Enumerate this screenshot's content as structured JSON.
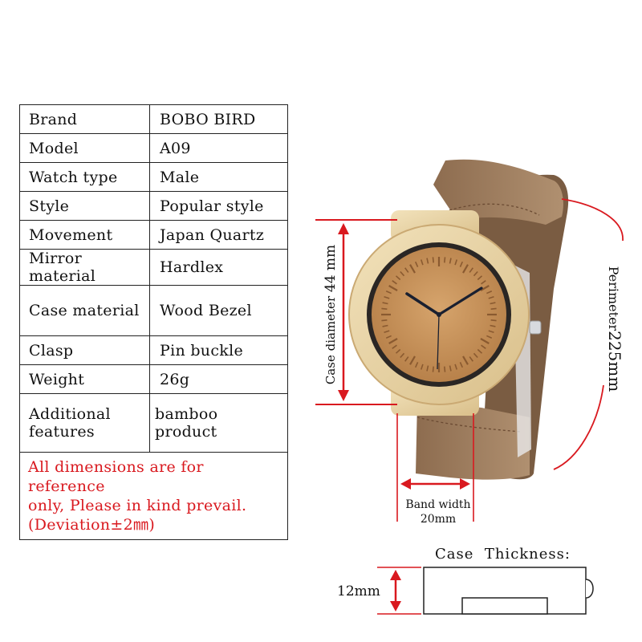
{
  "specs": [
    {
      "label": "Brand",
      "value": "BOBO BIRD"
    },
    {
      "label": "Model",
      "value": "A09"
    },
    {
      "label": "Watch type",
      "value": "Male"
    },
    {
      "label": "Style",
      "value": "Popular style"
    },
    {
      "label": "Movement",
      "value": "Japan Quartz"
    },
    {
      "label": "Mirror material",
      "value": "Hardlex"
    },
    {
      "label": "Case material",
      "value": "Wood Bezel"
    },
    {
      "label": "Clasp",
      "value": "Pin buckle"
    },
    {
      "label": "Weight",
      "value": "26g"
    },
    {
      "label": "Additional features",
      "value": "bamboo product"
    }
  ],
  "note": {
    "line1": "All dimensions are for reference",
    "line2": "only, Please in kind prevail.",
    "line3": "(Deviation±2㎜)"
  },
  "measurements": {
    "case_diameter_text": "Case diameter",
    "case_diameter_value": "44 mm",
    "perimeter_text": "Perimeter",
    "perimeter_value": "225mm",
    "band_width_text": "Band width",
    "band_width_value": "20mm",
    "case_thickness_title": "Case  Thickness:",
    "case_thickness_value": "12mm"
  },
  "colors": {
    "accent_red": "#d9191f",
    "bamboo": "#e8d4a6",
    "dial": "#c8915a",
    "leather": "#9a7a5a"
  }
}
